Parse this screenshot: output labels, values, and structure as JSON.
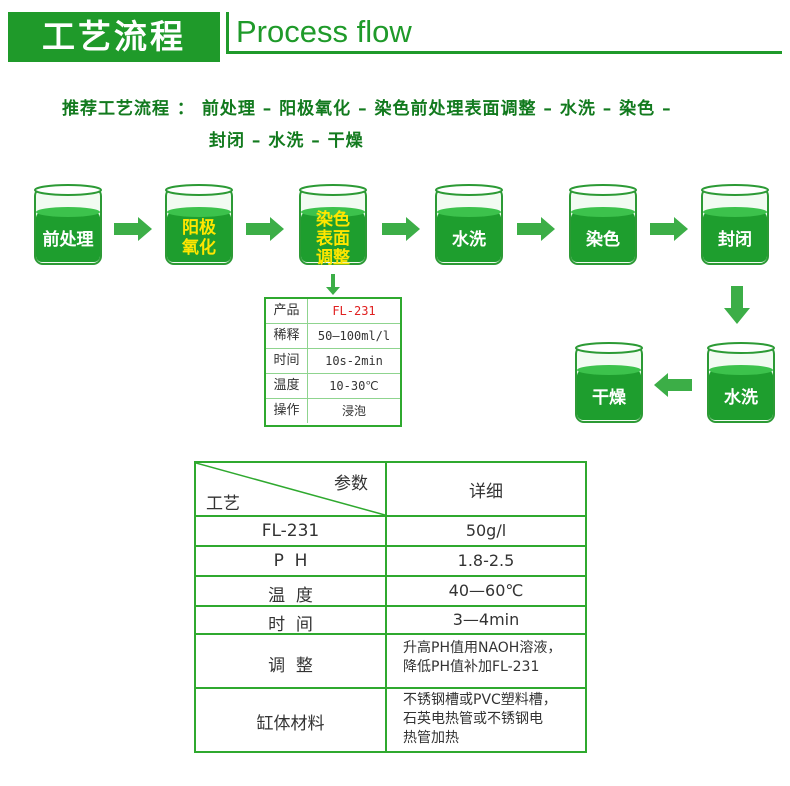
{
  "header": {
    "title_cn": "工艺流程",
    "title_en": "Process flow"
  },
  "recommend": {
    "line1": "推荐工艺流程 ： 前处理 – 阳极氧化 – 染色前处理表面调整 – 水洗 – 染色 –",
    "line2": "封闭 – 水洗 – 干燥"
  },
  "flow": {
    "step1": "前处理",
    "step2a": "阳极",
    "step2b": "氧化",
    "step3a": "染色",
    "step3b": "表面",
    "step3c": "调整",
    "step4": "水洗",
    "step5": "染色",
    "step6": "封闭",
    "step7": "水洗",
    "step8": "干燥"
  },
  "small_table": {
    "rows": [
      {
        "label": "产品",
        "value": "FL-231"
      },
      {
        "label": "稀释",
        "value": "50—100ml/l"
      },
      {
        "label": "时间",
        "value": "10s-2min"
      },
      {
        "label": "温度",
        "value": "10-30℃"
      },
      {
        "label": "操作",
        "value": "浸泡"
      }
    ]
  },
  "main_table": {
    "header_param": "参数",
    "header_process": "工艺",
    "header_detail": "详细",
    "rows": [
      {
        "label": "FL-231",
        "value": "50g/l"
      },
      {
        "label": "P  H",
        "value": "1.8-2.5"
      },
      {
        "label": "温  度",
        "value": "40—60℃"
      },
      {
        "label": "时  间",
        "value": "3—4min"
      },
      {
        "label": "调  整",
        "value1": "升高PH值用NAOH溶液，",
        "value2": "降低PH值补加FL-231"
      },
      {
        "label": "缸体材料",
        "value1": "不锈钢槽或PVC塑料槽，",
        "value2": "石英电热管或不锈钢电",
        "value3": "热管加热"
      }
    ]
  },
  "colors": {
    "brand_green": "#1f9a2a",
    "liquid_green": "#1e9e2e",
    "label_yellow": "#ffe600"
  }
}
